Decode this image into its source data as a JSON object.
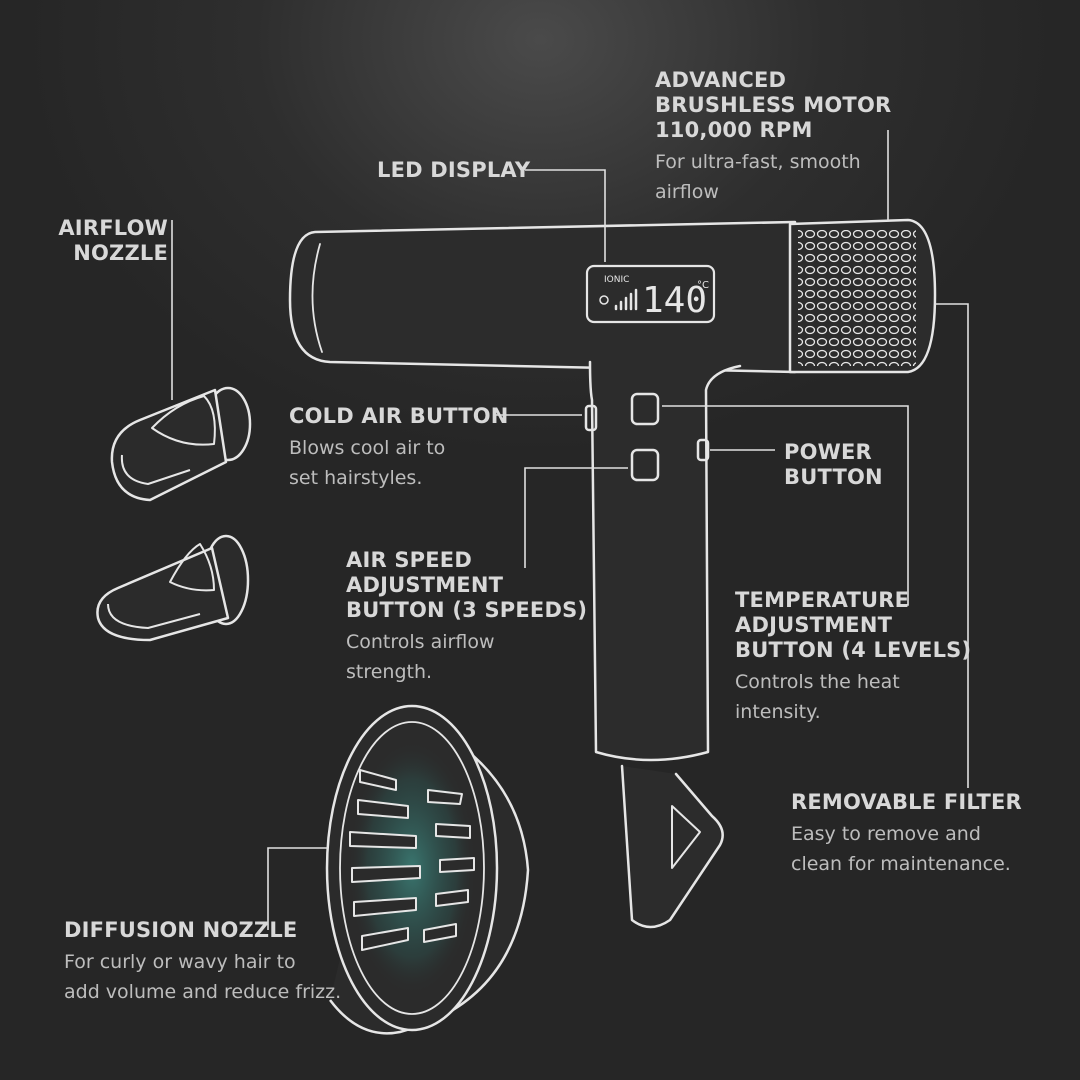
{
  "callouts": {
    "motor": {
      "title": "ADVANCED\nBRUSHLESS MOTOR\n110,000 RPM",
      "desc": "For ultra-fast, smooth\nairflow"
    },
    "led": {
      "title": "LED DISPLAY"
    },
    "airflow_nozzle": {
      "title": "AIRFLOW\nNOZZLE"
    },
    "cold_air": {
      "title": "COLD AIR BUTTON",
      "desc": "Blows cool air to\nset hairstyles."
    },
    "power": {
      "title": "POWER\nBUTTON"
    },
    "air_speed": {
      "title": "AIR SPEED\nADJUSTMENT\nBUTTON (3 SPEEDS)",
      "desc": "Controls airflow\nstrength."
    },
    "temperature": {
      "title": "TEMPERATURE\nADJUSTMENT\nBUTTON (4 LEVELS)",
      "desc": "Controls the heat\nintensity."
    },
    "filter": {
      "title": "REMOVABLE FILTER",
      "desc": "Easy to remove and\nclean for maintenance."
    },
    "diffusion": {
      "title": "DIFFUSION NOZZLE",
      "desc": "For curly or wavy hair to\nadd volume and reduce frizz."
    }
  },
  "display": {
    "mode": "IONIC",
    "reading": "140",
    "unit": "°C"
  },
  "colors": {
    "line": "#e6e6e6",
    "background": "#2b2b2b",
    "accent_diffuser": "#3f8f86"
  },
  "icons": [
    "hair-dryer-icon",
    "airflow-nozzle-icon",
    "diffuser-icon"
  ]
}
